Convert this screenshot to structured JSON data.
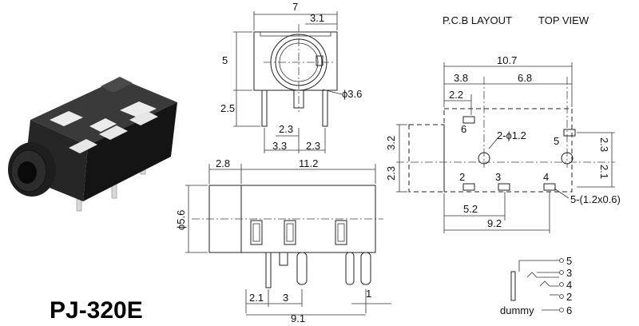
{
  "model": "PJ-320E",
  "header": {
    "pcb_layout": "P.C.B LAYOUT",
    "top_view": "TOP VIEW"
  },
  "front_view": {
    "width": "7",
    "offset": "3.1",
    "height": "5",
    "pin_len": "2.5",
    "hole": "ϕ3.6",
    "pin_pitch_a": "2.3",
    "pin_off": "3.3",
    "pin_pitch_b": "2.3"
  },
  "side_view": {
    "barrel_len": "2.8",
    "total_len": "11.2",
    "dia": "ϕ5.6",
    "p1": "2.1",
    "p2": "3",
    "p3": "9.1",
    "p4": "1"
  },
  "pcb": {
    "w": "10.7",
    "a": "3.8",
    "b": "6.8",
    "c": "2.2",
    "d": "3.2",
    "e": "2.3",
    "f": "2.3",
    "g": "2.1",
    "hole": "2-ϕ1.2",
    "h": "5.2",
    "i": "9.2",
    "pad": "5-(1.2x0.6)",
    "pins": [
      "6",
      "5",
      "2",
      "3",
      "4"
    ]
  },
  "schematic": {
    "dummy": "dummy",
    "pins": [
      "5",
      "3",
      "4",
      "2",
      "6"
    ]
  },
  "colors": {
    "line": "#222222",
    "body": "#1c1c1c",
    "pins": "#c8c8c8"
  }
}
